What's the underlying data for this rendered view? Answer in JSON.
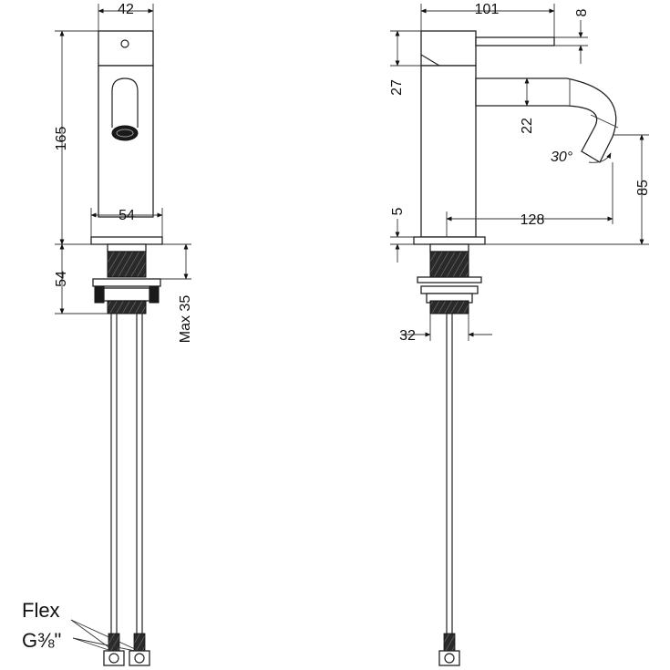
{
  "front_view": {
    "dim_top_width": "42",
    "dim_height": "165",
    "dim_base_width": "54",
    "dim_base_height": "54",
    "dim_max_thickness": "Max 35"
  },
  "side_view": {
    "dim_reach": "101",
    "dim_handle": "8",
    "dim_handle_height": "27",
    "dim_spout_diameter": "22",
    "dim_angle": "30°",
    "dim_spout_height": "85",
    "dim_base_plate": "5",
    "dim_spout_reach": "128",
    "dim_shank": "32"
  },
  "hose_label": {
    "line1": "Flex",
    "line2": "G⅜\""
  }
}
